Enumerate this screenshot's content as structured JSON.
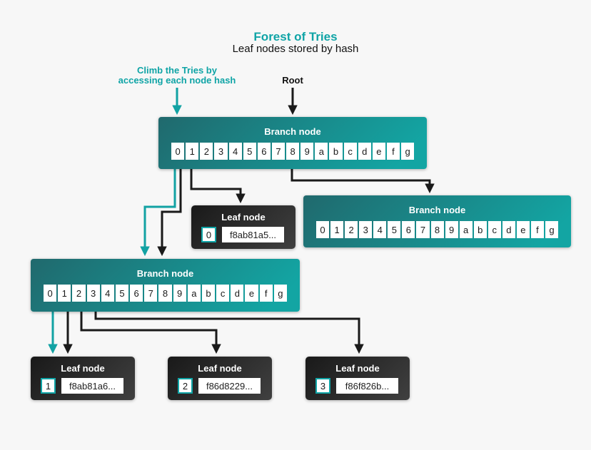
{
  "title": "Forest of Tries",
  "subtitle": "Leaf nodes stored by hash",
  "annotations": {
    "climb_line1": "Climb the Tries by",
    "climb_line2": "accessing each node hash",
    "root": "Root"
  },
  "branch_cells": [
    "0",
    "1",
    "2",
    "3",
    "4",
    "5",
    "6",
    "7",
    "8",
    "9",
    "a",
    "b",
    "c",
    "d",
    "e",
    "f",
    "g"
  ],
  "nodes": {
    "branch_top": {
      "title": "Branch node"
    },
    "branch_right": {
      "title": "Branch node"
    },
    "branch_left": {
      "title": "Branch node"
    },
    "leaf_0": {
      "title": "Leaf node",
      "index": "0",
      "hash": "f8ab81a5..."
    },
    "leaf_1": {
      "title": "Leaf node",
      "index": "1",
      "hash": "f8ab81a6..."
    },
    "leaf_2": {
      "title": "Leaf node",
      "index": "2",
      "hash": "f86d8229..."
    },
    "leaf_3": {
      "title": "Leaf node",
      "index": "3",
      "hash": "f86f826b..."
    }
  },
  "colors": {
    "accent_teal": "#0FA4A6",
    "arrow_black": "#1A1A1A",
    "background": "#F7F7F7",
    "branch_gradient_start": "#20696D",
    "branch_gradient_end": "#13A5A3",
    "leaf_gradient_start": "#191919",
    "leaf_gradient_end": "#404040"
  }
}
